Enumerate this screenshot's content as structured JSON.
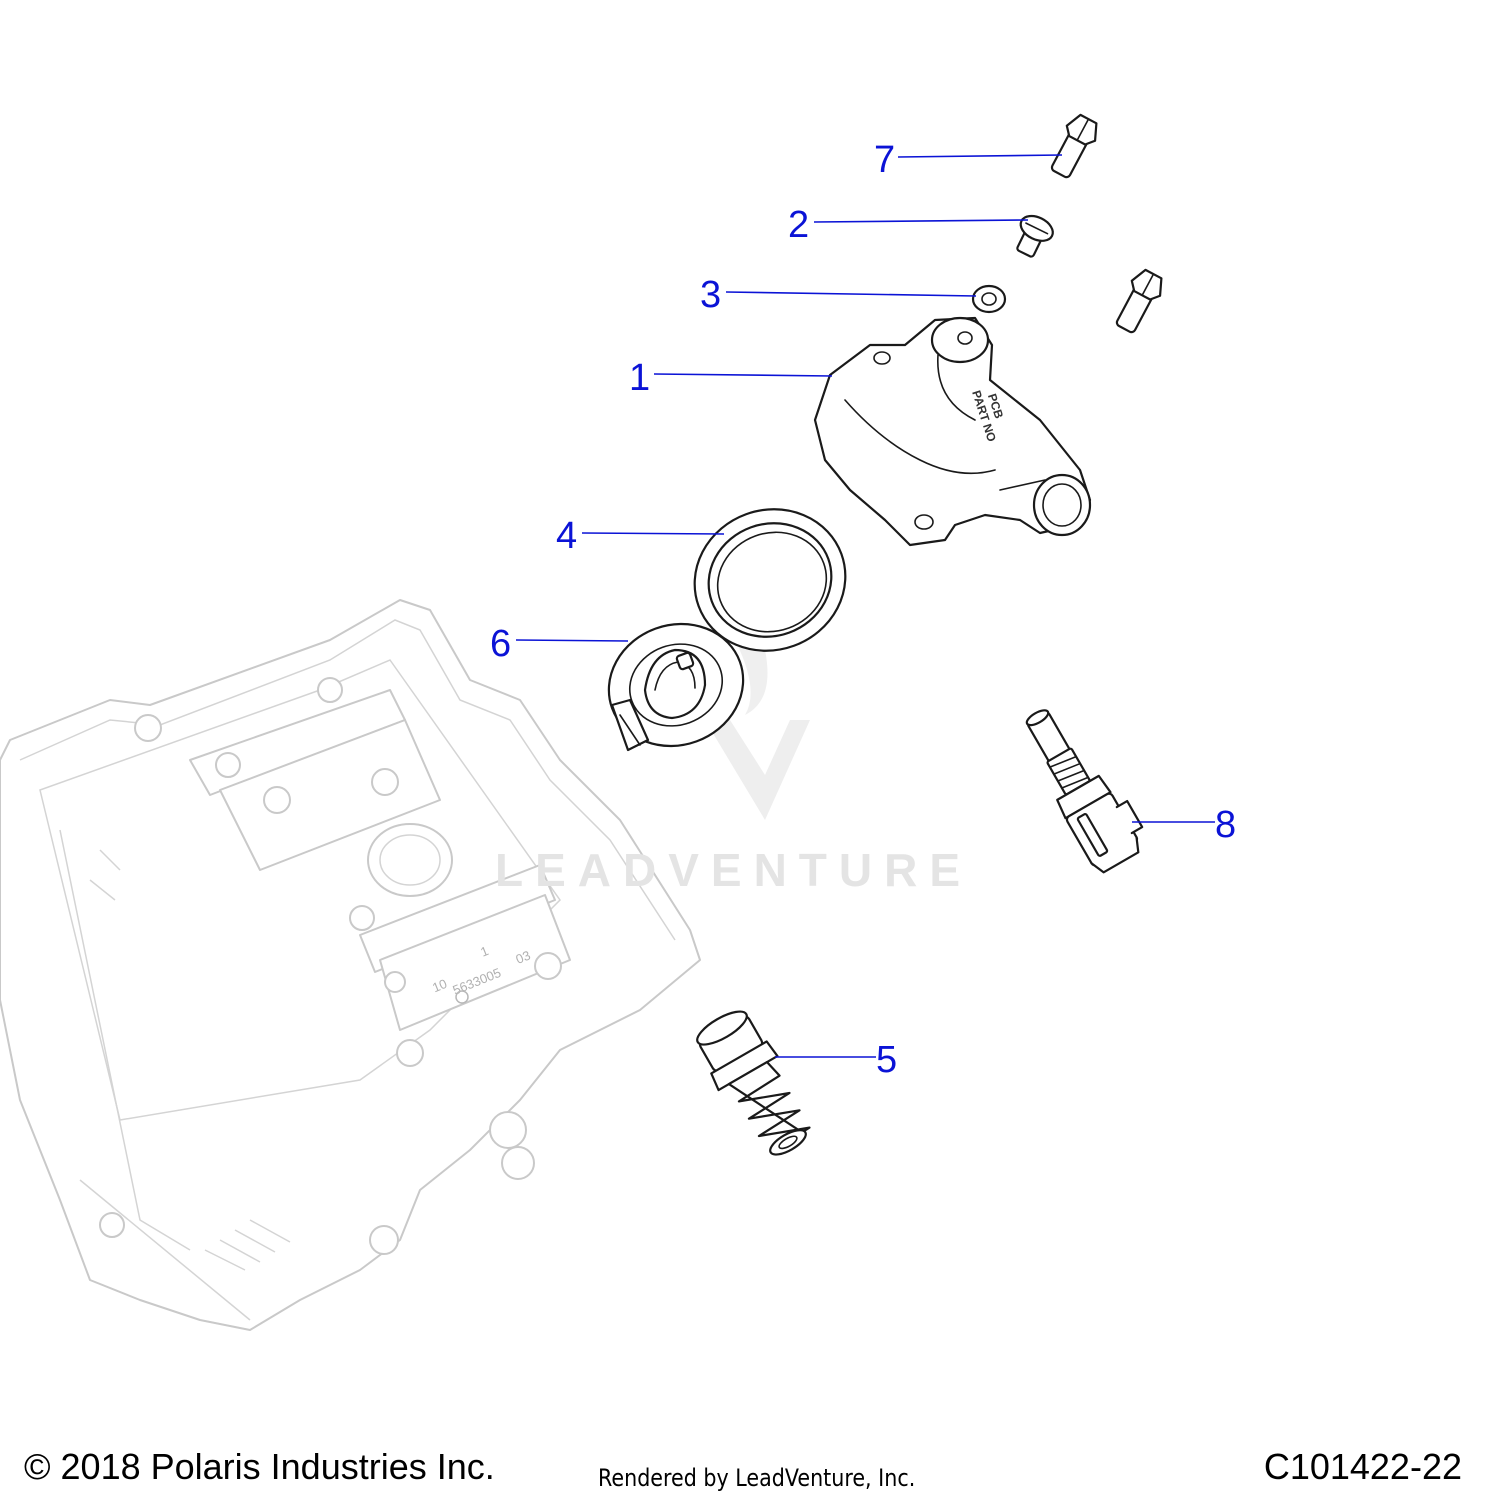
{
  "diagram": {
    "callouts": [
      {
        "id": "1",
        "label": "1"
      },
      {
        "id": "2",
        "label": "2"
      },
      {
        "id": "3",
        "label": "3"
      },
      {
        "id": "4",
        "label": "4"
      },
      {
        "id": "5",
        "label": "5"
      },
      {
        "id": "6",
        "label": "6"
      },
      {
        "id": "7",
        "label": "7"
      },
      {
        "id": "8",
        "label": "8"
      }
    ],
    "housing_marking": [
      "PART NO",
      "PCB"
    ],
    "head_marking": [
      "5633005",
      "03",
      "1",
      "10"
    ],
    "watermark": "LEADVENTURE",
    "callout_color": "#0b13d6"
  },
  "footer": {
    "copyright": "© 2018 Polaris Industries Inc.",
    "rendered_by": "Rendered by LeadVenture, Inc.",
    "drawing_id": "C101422-22"
  }
}
